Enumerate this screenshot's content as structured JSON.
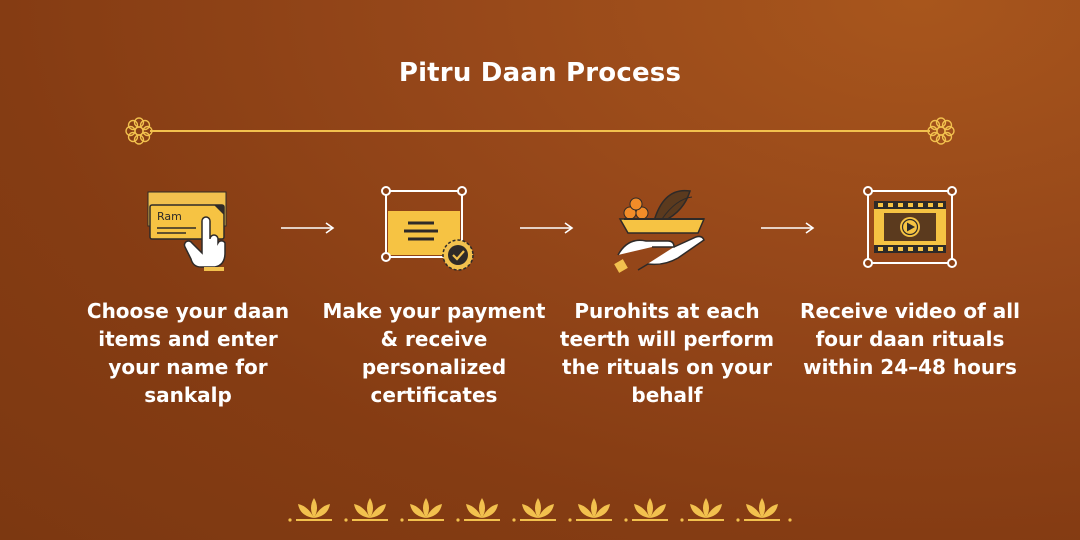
{
  "title": "Pitru Daan Process",
  "steps": [
    {
      "icon": "name-card-tap-icon",
      "card_name": "Ram",
      "text": "Choose your daan items and enter your name for sankalp"
    },
    {
      "icon": "certificate-icon",
      "text": "Make your payment & receive personalized certificates"
    },
    {
      "icon": "offering-hand-icon",
      "text": "Purohits at each teerth will perform the rituals on your behalf"
    },
    {
      "icon": "video-film-icon",
      "text": "Receive video of all four daan rituals within 24–48 hours"
    }
  ],
  "colors": {
    "background": "#8a4015",
    "accent": "#f2c14e",
    "icon_outline": "#ffffff",
    "icon_dark": "#2e2a28",
    "text": "#ffffff"
  }
}
